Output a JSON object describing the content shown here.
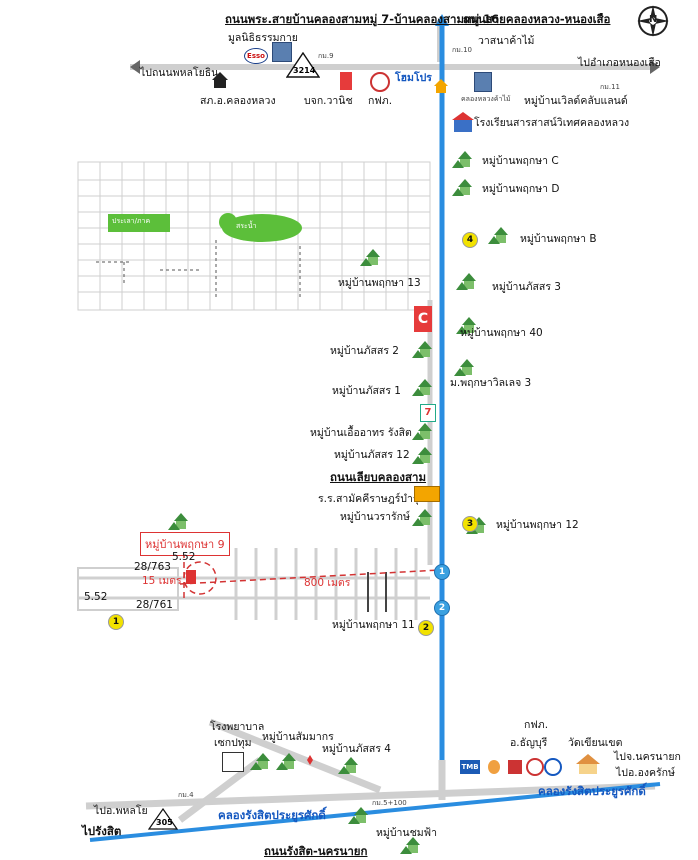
{
  "roads": {
    "top_road_north": "ถนนพระ.สายบ้านคลองสามหมู่ 7-บ้านคลองสามหมู่ 16",
    "main_road": "ถนนสายคลองหลวง-หนองเสือ",
    "to_phahon": "ไปถนนพหลโยธิน",
    "to_nongsuea": "ไปอำเภอหนองเสือ",
    "canal_road": "ถนนเลียบคลองสาม",
    "rangsit_nakhonnayok": "ถนนรังสิต-นครนายก",
    "bottom_left_phahon": "ไปอ.พหลโย",
    "bottom_left_rangsit": "ไปรังสิต",
    "to_nakhonnayok": "ไปจ.นครนายก",
    "to_ongkharak": "ไปอ.องครักษ์",
    "canal_rangsit_left": "คลองรังสิตประยูรศักดิ์",
    "canal_rangsit_right": "คลองรังสิตประยูรศักดิ์",
    "route_3214": "3214",
    "route_305": "305",
    "km9": "กม.9",
    "km10": "กม.10",
    "km11": "กม.11",
    "km4": "กม.4",
    "km5": "กม.5+100",
    "distance_800": "800 เมตร",
    "distance_15": "15 เมตร",
    "soi52_top": "5.52",
    "soi52_left": "5.52",
    "lot_a": "28/763",
    "lot_b": "28/761"
  },
  "places": {
    "mulanithi": "มูลนิธิธรรมกาย",
    "wasana": "วาสนาค้าไม้",
    "police": "สภ.อ.คลองหลวง",
    "bjk": "บจก.วานิช",
    "pea": "กฟภ.",
    "homepro": "โฮมโปร",
    "klonglaung_market": "คลองหลวงค้าไม้",
    "world_club": "หมู่บ้านเวิลด์คลับแลนด์",
    "school": "โรงเรียนสารสาสน์วิเทศคลองหลวง",
    "v_pruksa_c": "หมู่บ้านพฤกษา C",
    "v_pruksa_d": "หมู่บ้านพฤกษา D",
    "v_pruksa_b": "หมู่บ้านพฤกษา B",
    "v_pruksa_13": "หมู่บ้านพฤกษา 13",
    "v_passorn_3": "หมู่บ้านภัสสร 3",
    "v_pruksa_40": "หมู่บ้านพฤกษา 40",
    "v_passorn_2": "หมู่บ้านภัสสร 2",
    "v_pruksa_villa_3": "ม.พฤกษาวิลเลจ 3",
    "v_passorn_1": "หมู่บ้านภัสสร 1",
    "v_chueaarthorn": "หมู่บ้านเอื้ออาทร รังสิต",
    "v_passorn_12": "หมู่บ้านภัสสร 12",
    "school_samakkhi": "ร.ร.สามัคคีราษฎร์บำรุง",
    "v_warrarak": "หมู่บ้านวรารักษ์",
    "v_pruksa_12": "หมู่บ้านพฤกษา 12",
    "v_pruksa_9": "หมู่บ้านพฤกษา 9",
    "v_pruksa_11": "หมู่บ้านพฤกษา 11",
    "hospital": "โรงพยาบาล",
    "hospital2": "เซกปทุม",
    "v_sommakorn": "หมู่บ้านสัมมากร",
    "v_passorn_4": "หมู่บ้านภัสสร 4",
    "pea2": "กฟภ.",
    "thanyaburi": "อ.ธัญบุรี",
    "wat_chian": "วัดเขียนเขต",
    "v_chomfa": "หมู่บ้านชมฟ้า",
    "temple_left_a": "ประเลา/ภาค",
    "lake": "สระน้ำ"
  },
  "badges": [
    "1",
    "2",
    "3",
    "4"
  ],
  "colors": {
    "main_road": "#2a8de0",
    "route_line": "#d33333",
    "road_grey": "#cccccc",
    "green_area": "#5cbf3a"
  },
  "icons": {
    "north": "north-arrow-icon",
    "village": "village-house-icon",
    "temple": "temple-icon",
    "esso": "esso-logo",
    "ptt": "ptt-icon",
    "seven": "seven-eleven-logo"
  },
  "north_label": "N"
}
